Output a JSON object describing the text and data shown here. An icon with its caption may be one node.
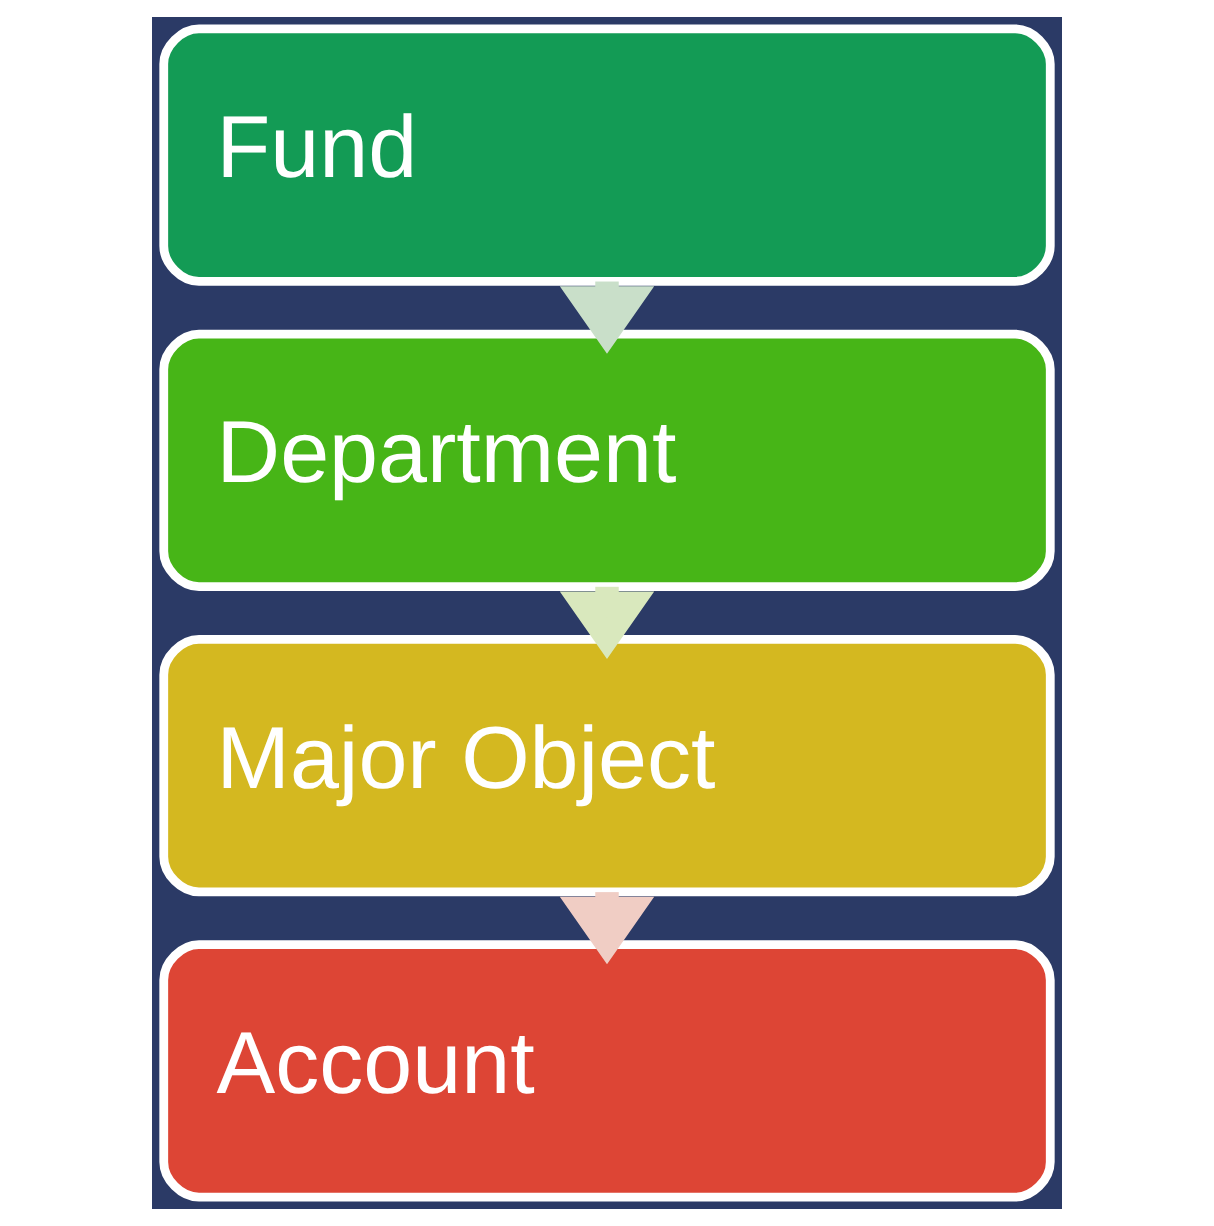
{
  "diagram": {
    "nodes": [
      {
        "text": [
          "Fund"
        ]
      },
      {
        "text": [
          "Department"
        ]
      },
      {
        "text": [
          "Major Object"
        ]
      },
      {
        "text": [
          "Account"
        ]
      }
    ],
    "edges": [
      {
        "from": 0,
        "to": 1,
        "arrow": "to"
      },
      {
        "from": 1,
        "to": 2,
        "arrow": "to"
      },
      {
        "from": 2,
        "to": 3,
        "arrow": "to"
      }
    ]
  }
}
